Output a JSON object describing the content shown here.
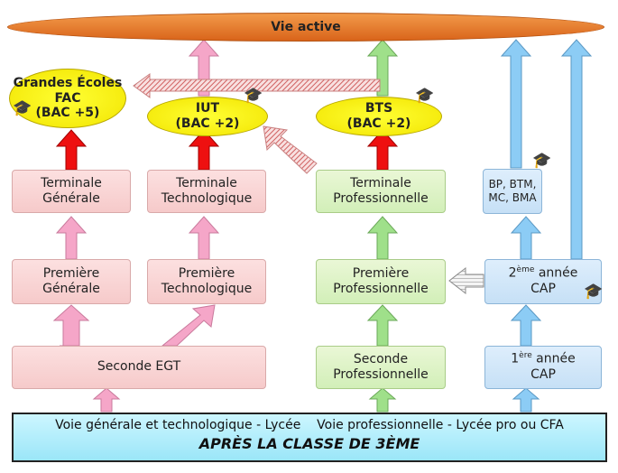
{
  "top": {
    "vie_active": "Vie active"
  },
  "ovals": {
    "grandes_ecoles": [
      "Grandes Écoles",
      "FAC",
      "(BAC +5)"
    ],
    "iut": [
      "IUT",
      "(BAC +2)"
    ],
    "bts": [
      "BTS",
      "(BAC +2)"
    ]
  },
  "boxes": {
    "terminale_generale": [
      "Terminale",
      "Générale"
    ],
    "terminale_techno": [
      "Terminale",
      "Technologique"
    ],
    "terminale_pro": [
      "Terminale",
      "Professionnelle"
    ],
    "bp_btm": [
      "BP, BTM,",
      "MC, BMA"
    ],
    "premiere_generale": [
      "Première",
      "Générale"
    ],
    "premiere_techno": [
      "Première",
      "Technologique"
    ],
    "premiere_pro": [
      "Première",
      "Professionnelle"
    ],
    "cap2_num": "2",
    "cap2_sup": "ème",
    "cap2_rest": " année",
    "cap2_cap": "CAP",
    "seconde_egt": "Seconde EGT",
    "seconde_pro": [
      "Seconde",
      "Professionnelle"
    ],
    "cap1_num": "1",
    "cap1_sup": "ère",
    "cap1_rest": " année",
    "cap1_cap": "CAP"
  },
  "footer": {
    "left": "Voie générale et technologique - Lycée",
    "right": "Voie professionnelle - Lycée pro ou CFA",
    "title": "APRÈS LA CLASSE DE 3ÈME"
  },
  "icons": [
    "graduation-cap-icon"
  ],
  "colors": {
    "pink": "#f6caca",
    "green": "#d2efb8",
    "blue": "#c6e0f6",
    "yellow": "#f2e400",
    "orange": "#e8802e",
    "red": "#ee1010",
    "cyan": "#9be6f8"
  }
}
